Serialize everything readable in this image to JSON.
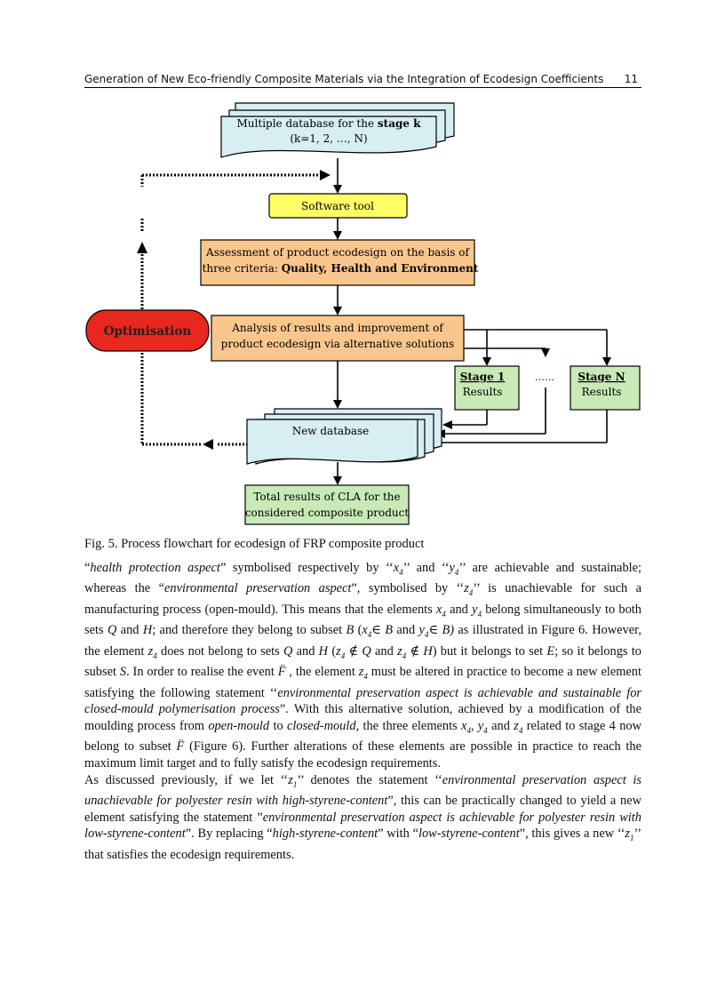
{
  "header": {
    "title": "Generation of New Eco-friendly Composite Materials via the Integration of Ecodesign Coefficients",
    "page_number": "11"
  },
  "diagram": {
    "database_line1": "Multiple database for the",
    "database_bold": "stage k",
    "database_line2": "(k=1, 2, …, N)",
    "software_tool": "Software tool",
    "assessment_line1": "Assessment of product ecodesign on the basis of",
    "assessment_line2_prefix": "three criteria:",
    "assessment_line2_bold": "Quality, Health and Environment",
    "optimisation": "Optimisation",
    "analysis_line1": "Analysis of results and improvement of",
    "analysis_line2": "product ecodesign via alternative solutions",
    "stage1_title": "Stage 1",
    "stage1_sub": "Results",
    "ellipsis": "……",
    "stageN_title": "Stage N",
    "stageN_sub": "Results",
    "new_database": "New database",
    "total_line1": "Total results of CLA for the",
    "total_line2": "considered composite product",
    "colors": {
      "database_fill": "#d7eef3",
      "software_fill": "#ffff66",
      "assessment_fill": "#f9c78e",
      "optimisation_fill": "#e8271f",
      "stage_fill": "#c9eab7",
      "total_fill": "#c9eab7"
    }
  },
  "caption": "Fig. 5. Process flowchart for ecodesign of FRP composite product"
}
